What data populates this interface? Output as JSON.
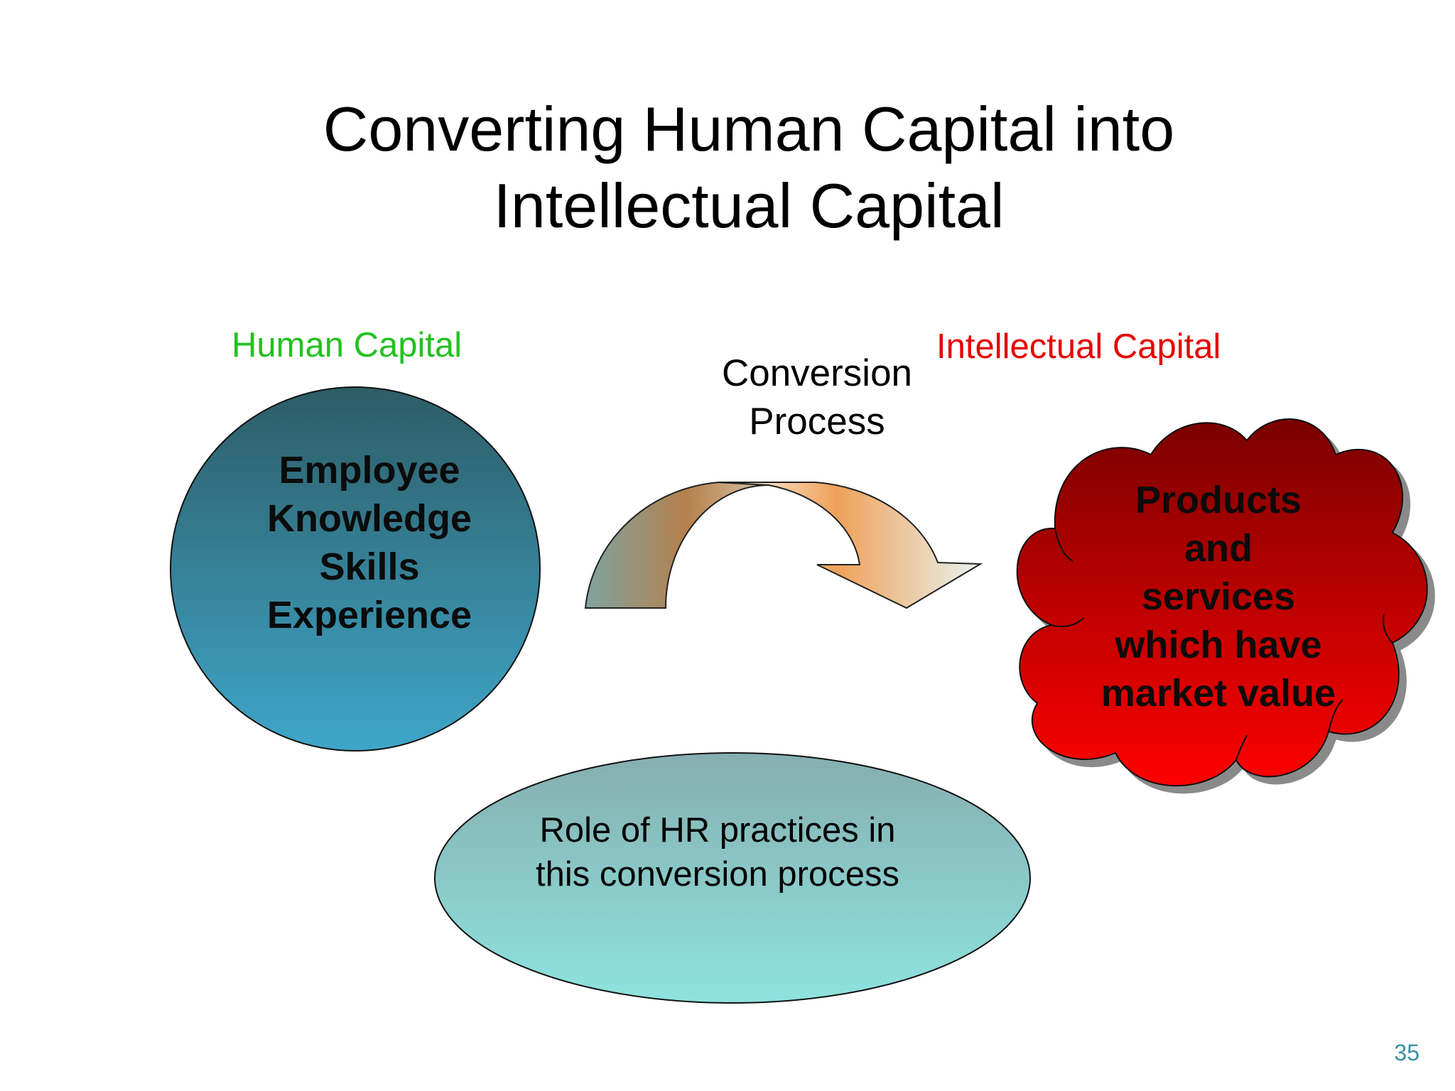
{
  "title": {
    "line1": "Converting Human Capital into",
    "line2": "Intellectual Capital"
  },
  "labels": {
    "human_capital": "Human Capital",
    "intellectual_capital": "Intellectual Capital",
    "conversion_line1": "Conversion",
    "conversion_line2": "Process"
  },
  "human_circle": {
    "lines": [
      "Employee",
      "Knowledge",
      "Skills",
      "Experience"
    ]
  },
  "output_cloud": {
    "lines": [
      "Products",
      "and",
      "services",
      "which have",
      "market value"
    ]
  },
  "hr_ellipse": {
    "line1": "Role of HR practices in",
    "line2": "this conversion process"
  },
  "slide_number": "35",
  "colors": {
    "human_capital_label": "#22c11f",
    "intellectual_capital_label": "#e60000",
    "circle_gradient_top": "#2d5c66",
    "circle_gradient_bottom": "#3fa6c9",
    "cloud_gradient_top": "#7a0000",
    "cloud_gradient_bottom": "#ff0000",
    "ellipse_gradient_top": "#86aeb0",
    "ellipse_gradient_bottom": "#8ee3df",
    "arrow_accent": "#e38b3a"
  }
}
